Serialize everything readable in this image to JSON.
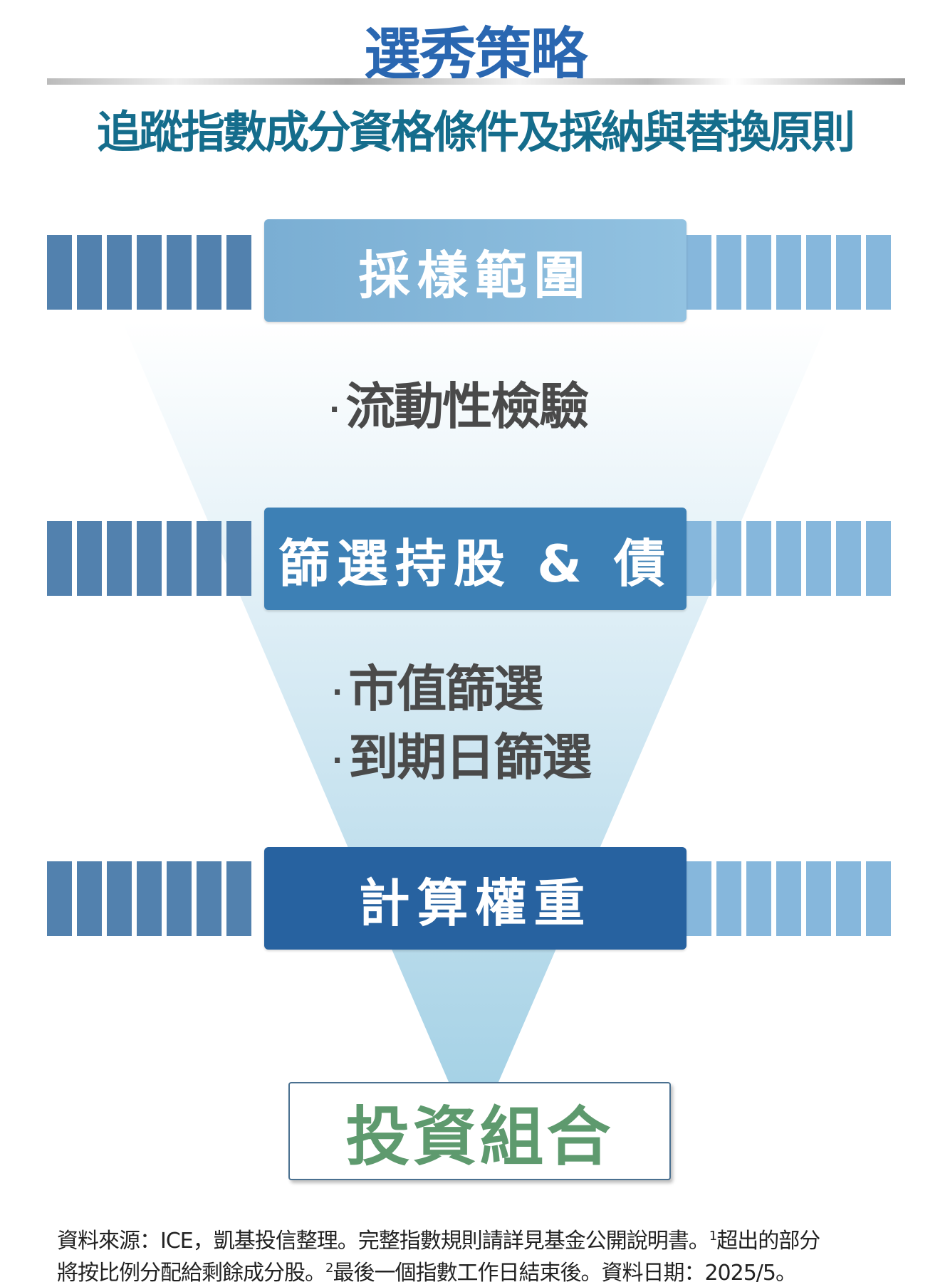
{
  "title": "選秀策略",
  "subtitle": "追蹤指數成分資格條件及採納與替換原則",
  "stages": [
    {
      "label": "採樣範圍",
      "bullets": [
        "流動性檢驗"
      ]
    },
    {
      "label": "篩選持股 & 債",
      "bullets": [
        "市值篩選",
        "到期日篩選"
      ]
    },
    {
      "label": "計算權重",
      "bullets": []
    }
  ],
  "bullet_symbol": "·",
  "result": "投資組合",
  "footer": {
    "line1_a": "資料來源：ICE，凱基投信整理。完整指數規則請詳見基金公開說明書。",
    "sup1": "1",
    "line1_b": "超出的部分",
    "line2_a": "將按比例分配給剩餘成分股。",
    "sup2": "2",
    "line2_b": "最後一個指數工作日結束後。資料日期：2025/5。"
  },
  "colors": {
    "title": "#2a67b1",
    "subtitle": "#156d8c",
    "stage1": "#85b5d9",
    "stage2": "#3d80b5",
    "stage3": "#2762a0",
    "result": "#5e9a6e"
  }
}
